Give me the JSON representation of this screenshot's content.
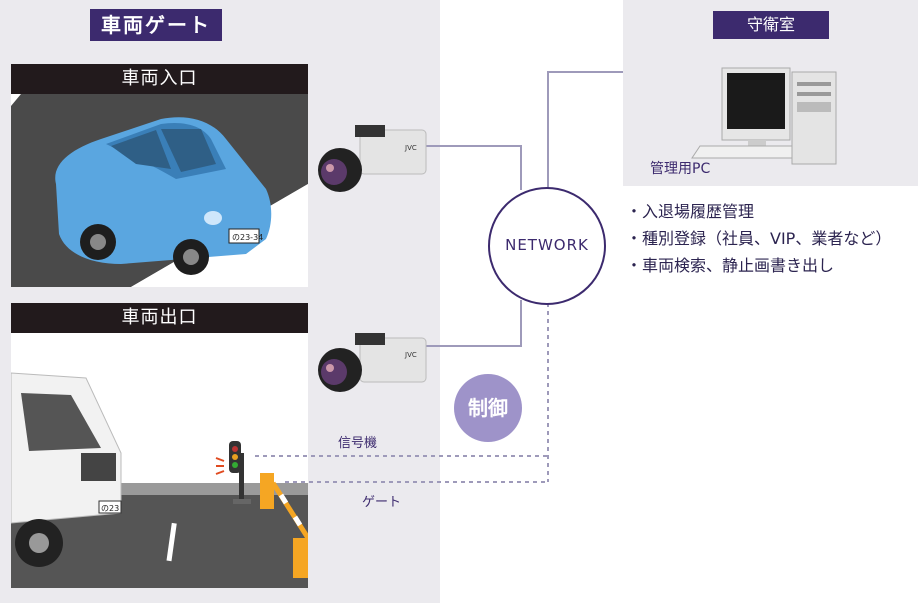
{
  "left_section": {
    "title": "車両ゲート"
  },
  "entry": {
    "title": "車両入口",
    "plate": "の23-34"
  },
  "exit": {
    "title": "車両出口",
    "plate": "の23"
  },
  "guard_room": {
    "title": "守衛室",
    "pc_label": "管理用PC"
  },
  "features": [
    "・入退場履歴管理",
    "・種別登録（社員、VIP、業者など）",
    "・車両検索、静止画書き出し"
  ],
  "network": {
    "label": "NETWORK"
  },
  "control": {
    "label": "制御"
  },
  "signal_label": "信号機",
  "gate_label": "ゲート",
  "colors": {
    "purple": "#3c2a6e",
    "line": "#9e9aba",
    "circle": "#9e93c9",
    "car": "#5aa6e0",
    "gate": "#f5a623"
  }
}
